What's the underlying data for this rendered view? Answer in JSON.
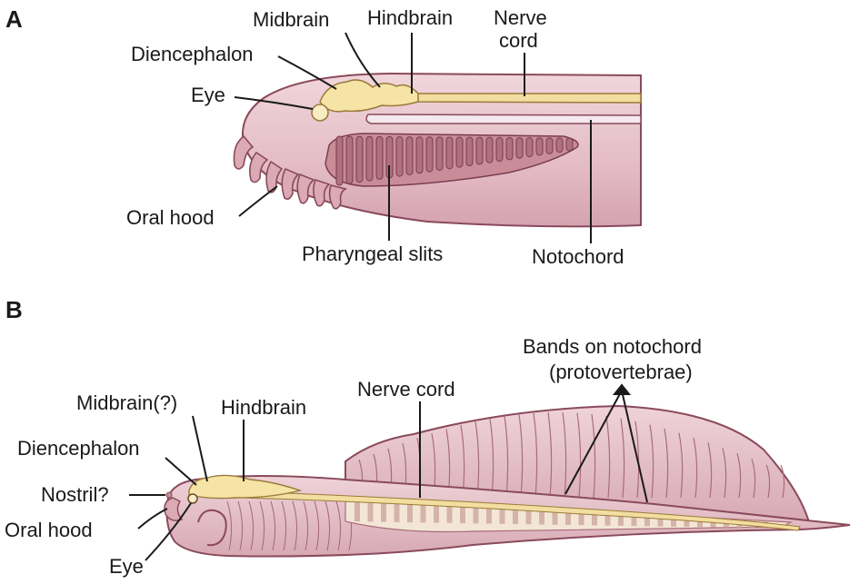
{
  "panel_a": {
    "letter": "A",
    "labels": {
      "midbrain": "Midbrain",
      "hindbrain": "Hindbrain",
      "nerve_cord_1": "Nerve",
      "nerve_cord_2": "cord",
      "diencephalon": "Diencephalon",
      "eye": "Eye",
      "oral_hood": "Oral hood",
      "pharyngeal_slits": "Pharyngeal slits",
      "notochord": "Notochord"
    }
  },
  "panel_b": {
    "letter": "B",
    "labels": {
      "bands_1": "Bands on notochord",
      "bands_2": "(protovertebrae)",
      "nerve_cord": "Nerve cord",
      "midbrain": "Midbrain(?)",
      "hindbrain": "Hindbrain",
      "diencephalon": "Diencephalon",
      "nostril": "Nostril?",
      "oral_hood": "Oral hood",
      "eye": "Eye"
    }
  },
  "colors": {
    "body_fill": "#e8c4cc",
    "body_stroke": "#8a4a5c",
    "slit_fill": "#b0707e",
    "brain_fill": "#f5e4a6",
    "cord_fill": "#f2dea0",
    "band_fill": "#f3e6d6"
  }
}
